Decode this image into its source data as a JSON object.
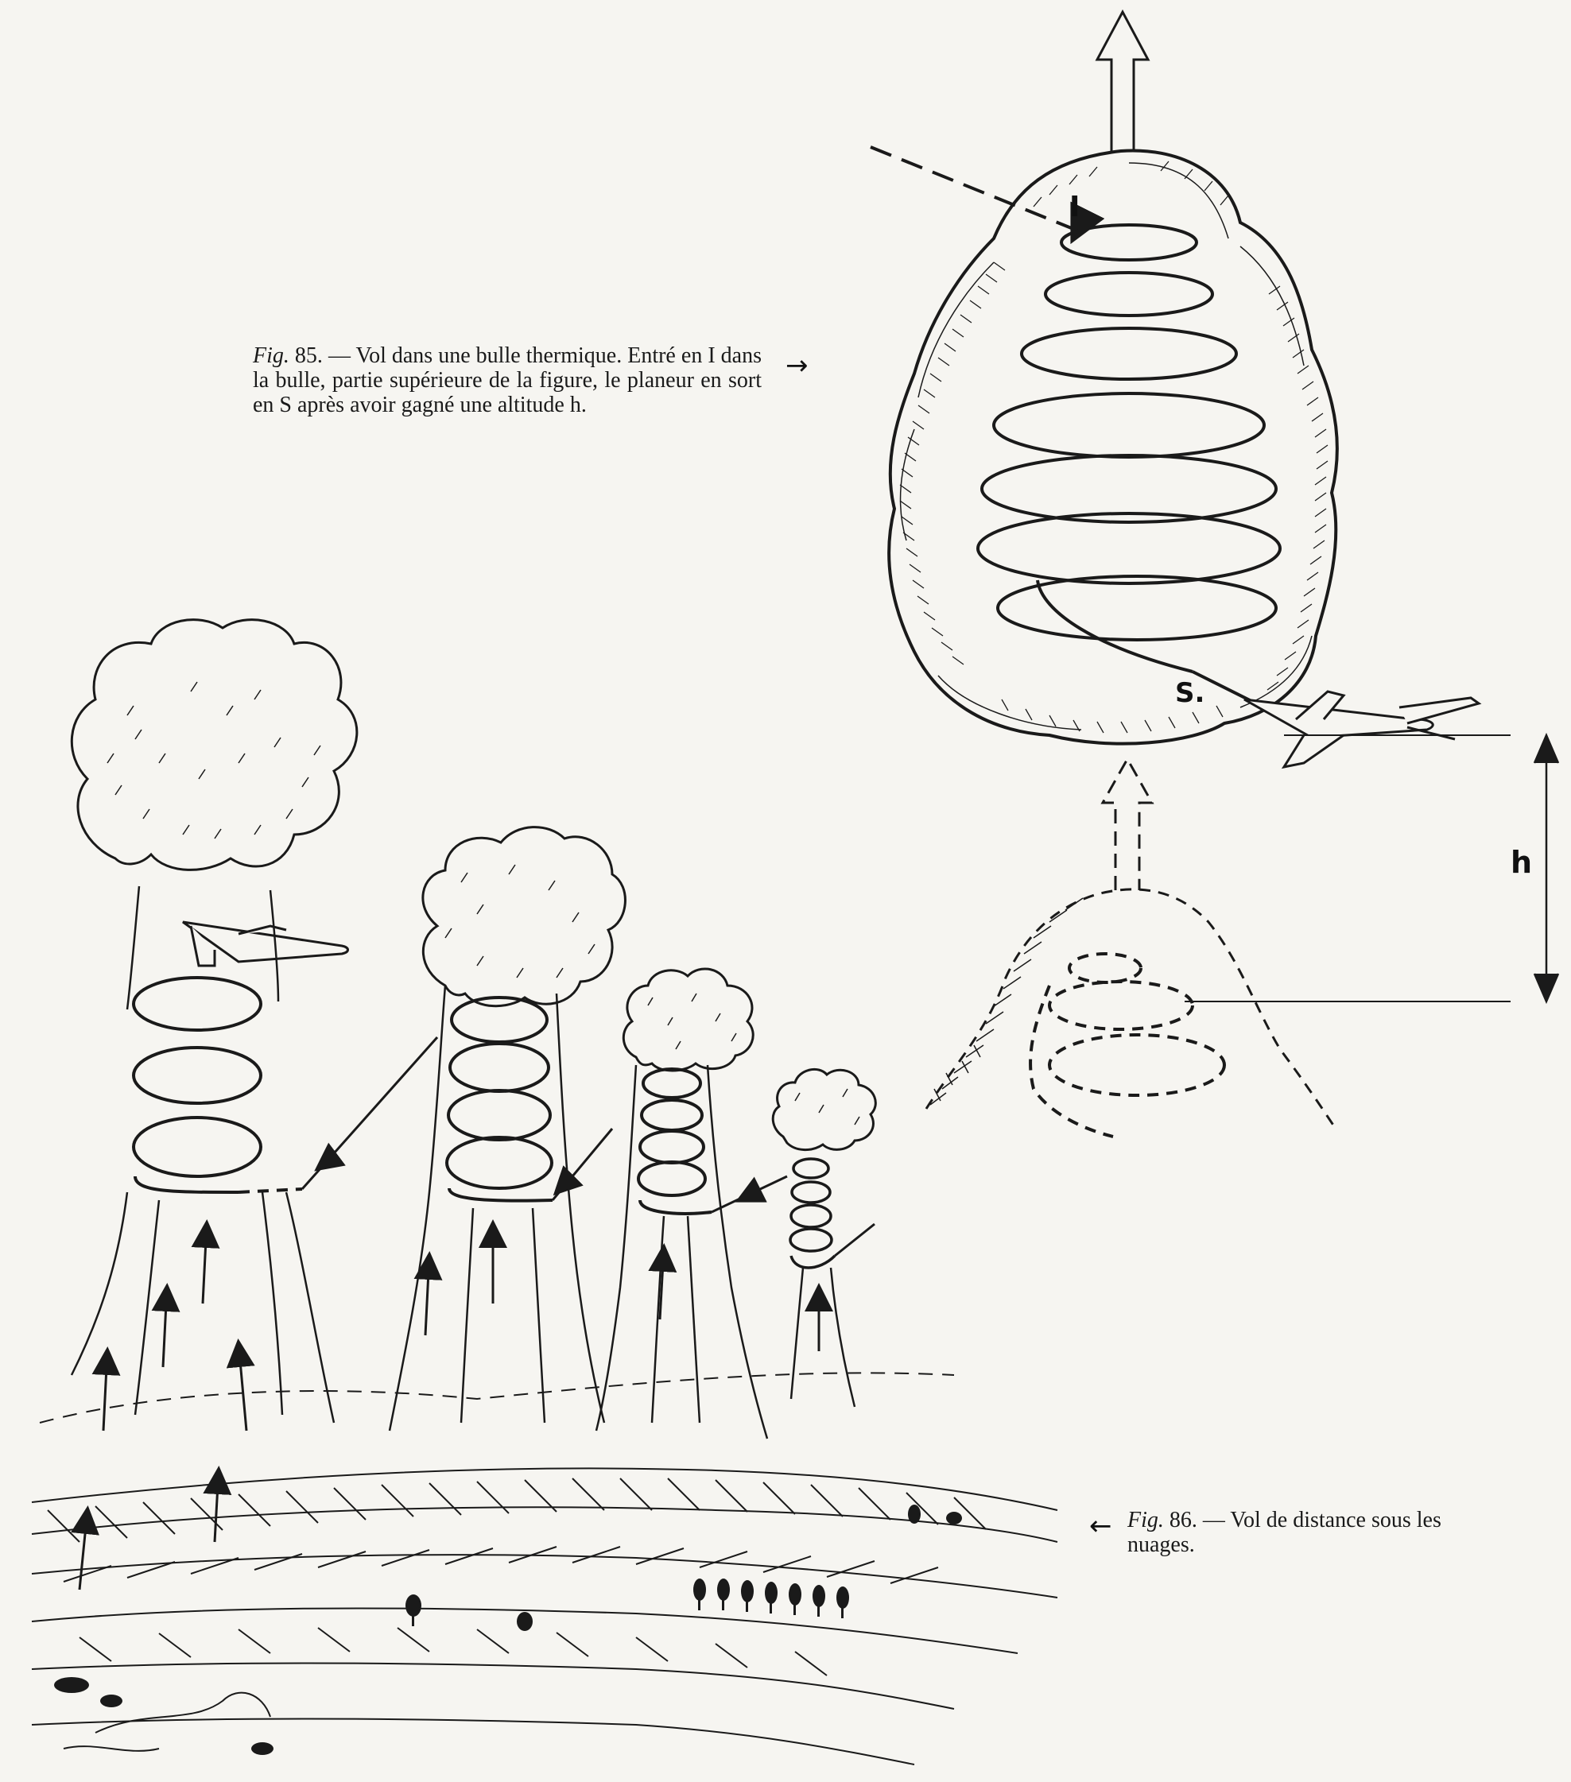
{
  "figure85": {
    "caption_prefix": "Fig.",
    "caption_number": "85.",
    "caption_text": "— Vol dans une bulle thermique. Entré en I dans la bulle, partie supérieure de la figure, le planeur en sort en S après avoir gagné une altitude h.",
    "pointer": "→",
    "labels": {
      "entry": "I",
      "exit": "S.",
      "height": "h"
    }
  },
  "figure86": {
    "pointer": "←",
    "caption_prefix": "Fig.",
    "caption_number": "86.",
    "caption_text": "— Vol de distance sous les nuages."
  }
}
